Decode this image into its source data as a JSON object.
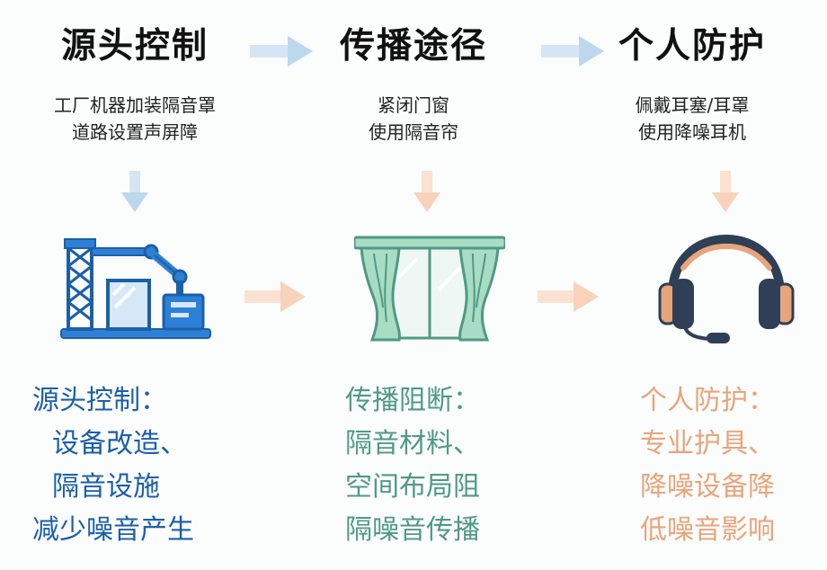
{
  "stages": [
    {
      "title": "源头控制",
      "items": [
        "工厂机器加装隔音罩",
        "道路设置声屏障"
      ],
      "summary": [
        "源头控制：",
        "设备改造、",
        "隔音设施",
        "减少噪音产生"
      ],
      "icon": "factory-icon",
      "color": "#1b5fa8"
    },
    {
      "title": "传播途径",
      "items": [
        "紧闭门窗",
        "使用隔音帘"
      ],
      "summary": [
        "传播阻断：",
        "隔音材料、",
        "空间布局阻",
        "隔噪音传播"
      ],
      "icon": "curtain-icon",
      "color": "#4f9a84"
    },
    {
      "title": "个人防护",
      "items": [
        "佩戴耳塞/耳罩",
        "使用降噪耳机"
      ],
      "summary": [
        "个人防护：",
        "专业护具、",
        "降噪设备降",
        "低噪音影响"
      ],
      "icon": "headset-icon",
      "color": "#e8a47b"
    }
  ]
}
